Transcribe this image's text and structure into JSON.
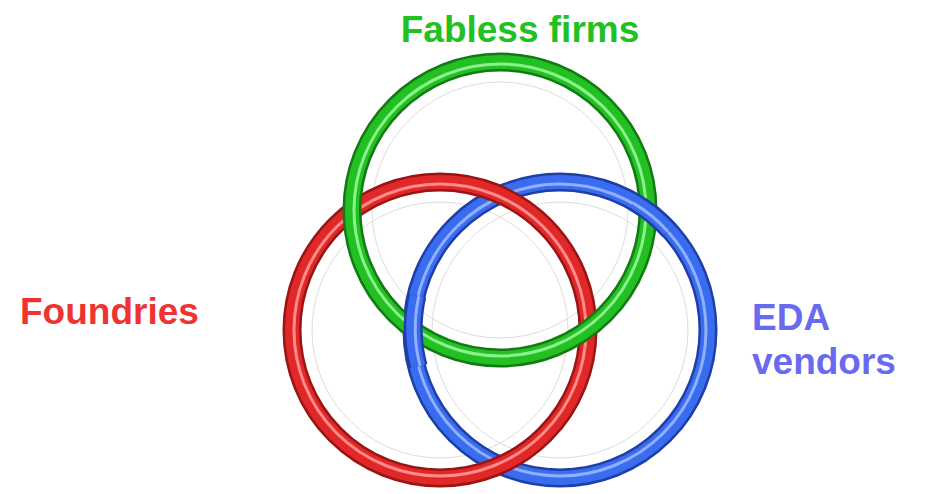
{
  "diagram": {
    "labels": [
      "Fabless firms",
      "Foundries",
      "EDA vendors"
    ]
  }
}
